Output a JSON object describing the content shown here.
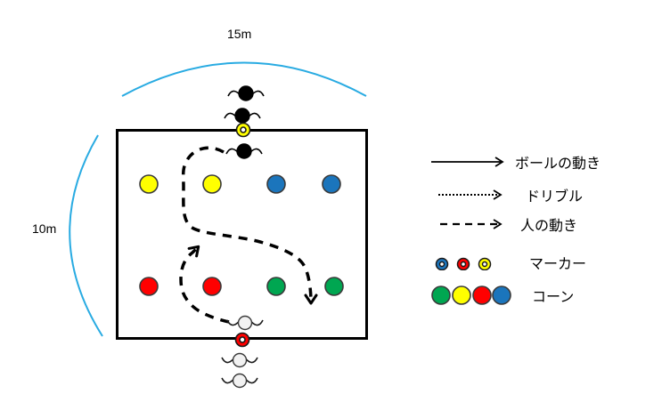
{
  "diagram": {
    "width_label": "15m",
    "height_label": "10m"
  },
  "legend": {
    "items": [
      {
        "label": "ボールの動き",
        "symbol": "solid-arrow"
      },
      {
        "label": "ドリブル",
        "symbol": "dotted-arrow"
      },
      {
        "label": "人の動き",
        "symbol": "dashed-arrow"
      },
      {
        "label": "マーカー",
        "symbol": "marker-discs"
      },
      {
        "label": "コーン",
        "symbol": "cone-discs"
      }
    ],
    "marker_colors": [
      "#1B75BC",
      "#FF0000",
      "#FFFF00"
    ],
    "cone_colors": [
      "#00A651",
      "#FFFF00",
      "#FF0000",
      "#1B75BC"
    ]
  },
  "colors": {
    "arc": "#29ABE2",
    "yellow": "#FFFF00",
    "red": "#FF0000",
    "green": "#00A651",
    "blue": "#1B75BC",
    "black_player": "#000000",
    "white_player": "#F2F2F2",
    "line": "#000000"
  }
}
